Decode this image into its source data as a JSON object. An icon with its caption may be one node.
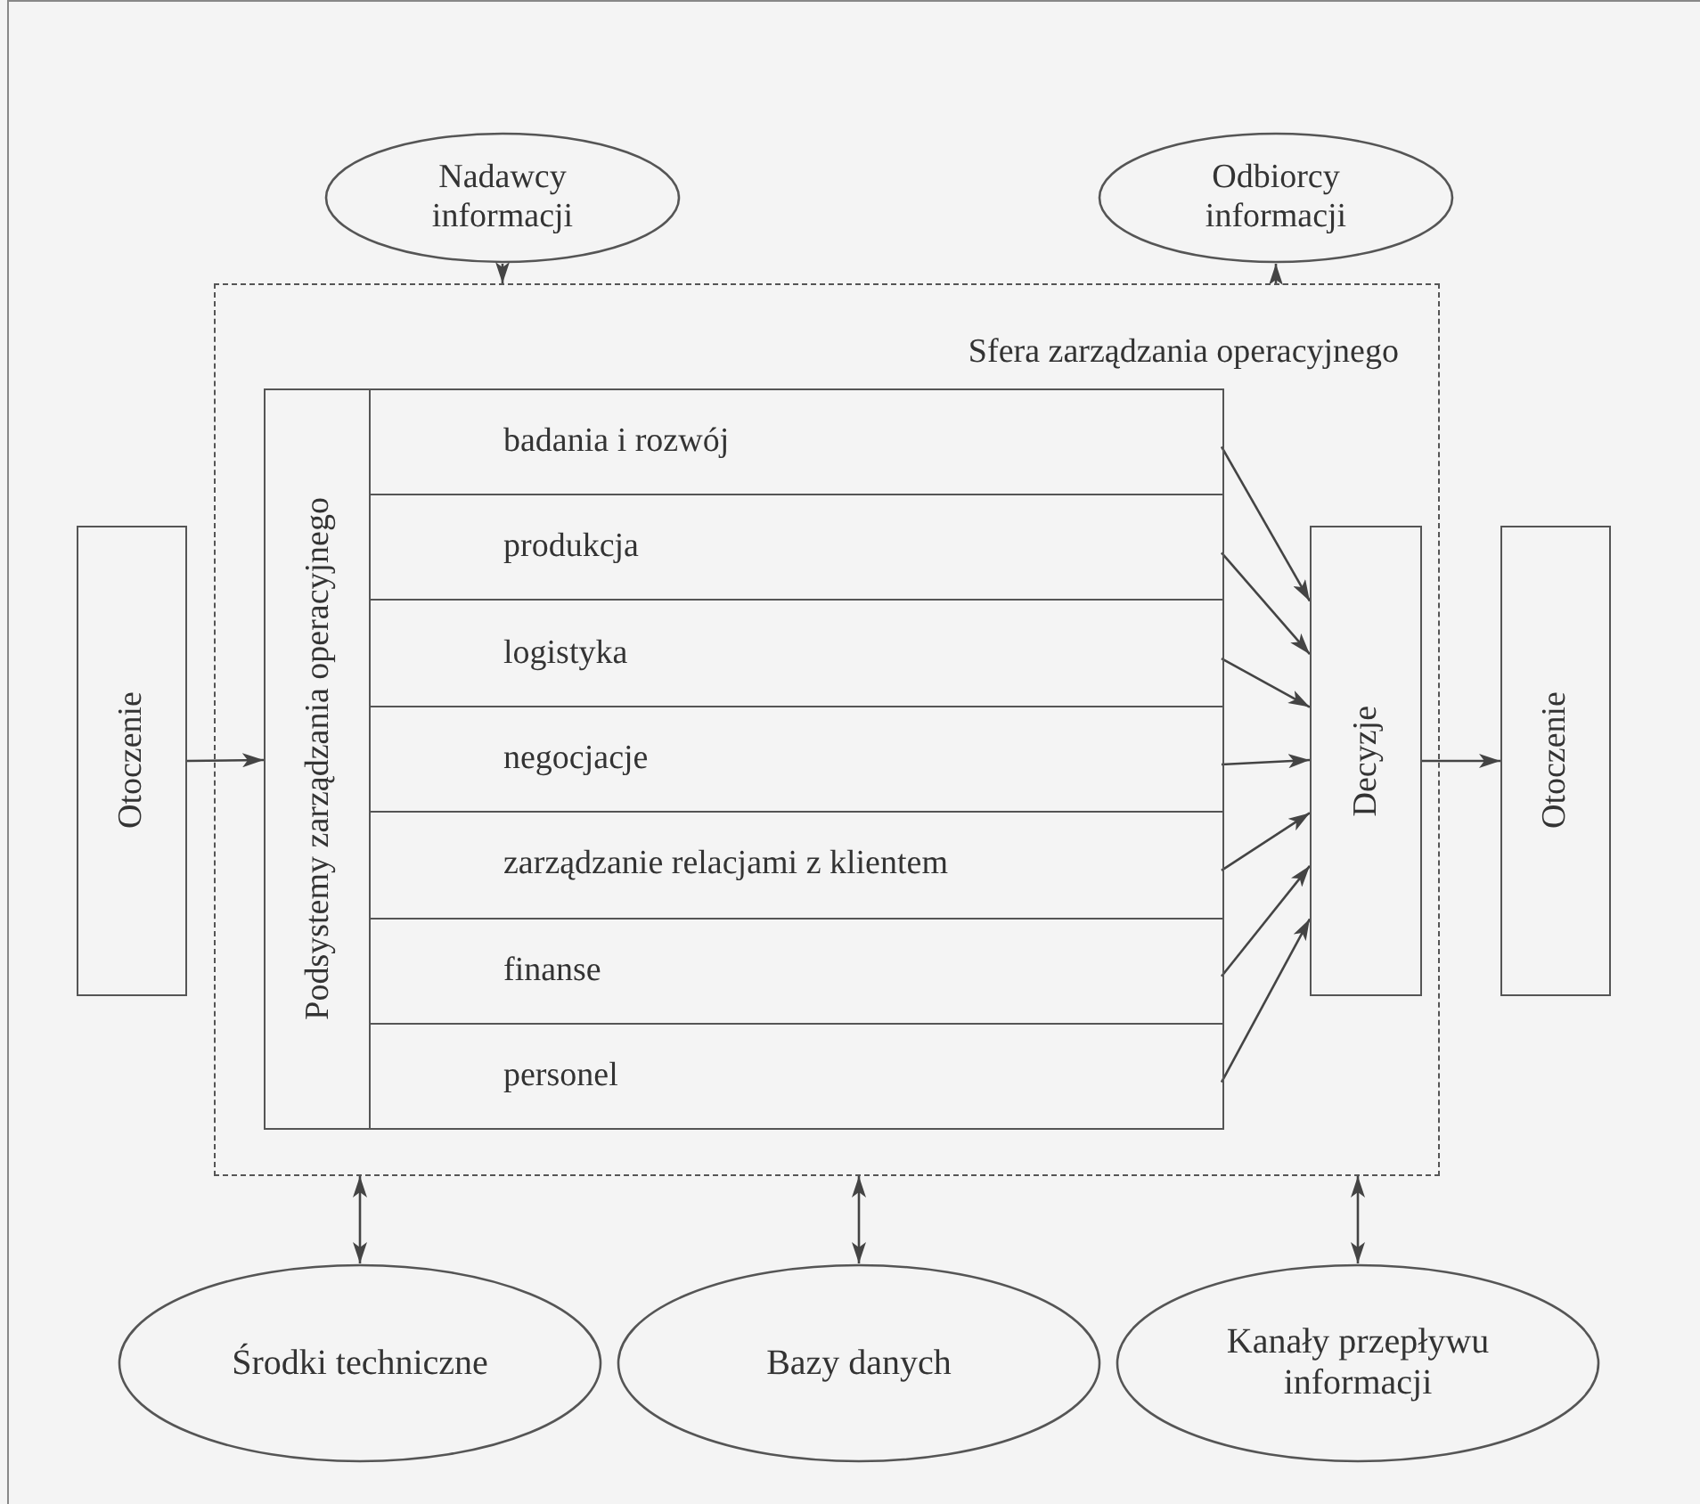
{
  "diagram": {
    "nodes": [
      {
        "text": [
          "Nadawcy informacji"
        ]
      },
      {
        "text": [
          "Odbiorcy informacji"
        ]
      },
      {
        "text": [
          "Sfera zarządzania operacyjnego"
        ]
      },
      {
        "text": [
          "Podsystemy zarządzania operacyjnego"
        ],
        "in": 2
      },
      {
        "text": [
          "badania i rozwój"
        ],
        "in": 3
      },
      {
        "text": [
          "produkcja"
        ],
        "in": 3
      },
      {
        "text": [
          "logistyka"
        ],
        "in": 3
      },
      {
        "text": [
          "negocjacje"
        ],
        "in": 3
      },
      {
        "text": [
          "zarządzanie relacjami z klientem"
        ],
        "in": 3
      },
      {
        "text": [
          "finanse"
        ],
        "in": 3
      },
      {
        "text": [
          "personel"
        ],
        "in": 3
      },
      {
        "text": [
          "Otoczenie"
        ]
      },
      {
        "text": [
          "Decyzje"
        ],
        "in": 2
      },
      {
        "text": [
          "Otoczenie"
        ]
      },
      {
        "text": [
          "Środki techniczne"
        ]
      },
      {
        "text": [
          "Bazy danych"
        ]
      },
      {
        "text": [
          "Kanały przepływu informacji"
        ]
      }
    ],
    "edges": [
      {
        "from": 0,
        "to": 2,
        "arrow": "to",
        "style": "dashed"
      },
      {
        "from": 2,
        "to": 1,
        "arrow": "to",
        "style": "dashed"
      },
      {
        "from": 11,
        "to": 3,
        "arrow": "to"
      },
      {
        "from": 4,
        "to": 12,
        "arrow": "to"
      },
      {
        "from": 5,
        "to": 12,
        "arrow": "to"
      },
      {
        "from": 6,
        "to": 12,
        "arrow": "to"
      },
      {
        "from": 7,
        "to": 12,
        "arrow": "to"
      },
      {
        "from": 8,
        "to": 12,
        "arrow": "to"
      },
      {
        "from": 9,
        "to": 12,
        "arrow": "to"
      },
      {
        "from": 10,
        "to": 12,
        "arrow": "to"
      },
      {
        "from": 12,
        "to": 13,
        "arrow": "to"
      },
      {
        "from": 2,
        "to": 14,
        "arrow": "both"
      },
      {
        "from": 2,
        "to": 15,
        "arrow": "both"
      },
      {
        "from": 2,
        "to": 16,
        "arrow": "both"
      }
    ]
  }
}
